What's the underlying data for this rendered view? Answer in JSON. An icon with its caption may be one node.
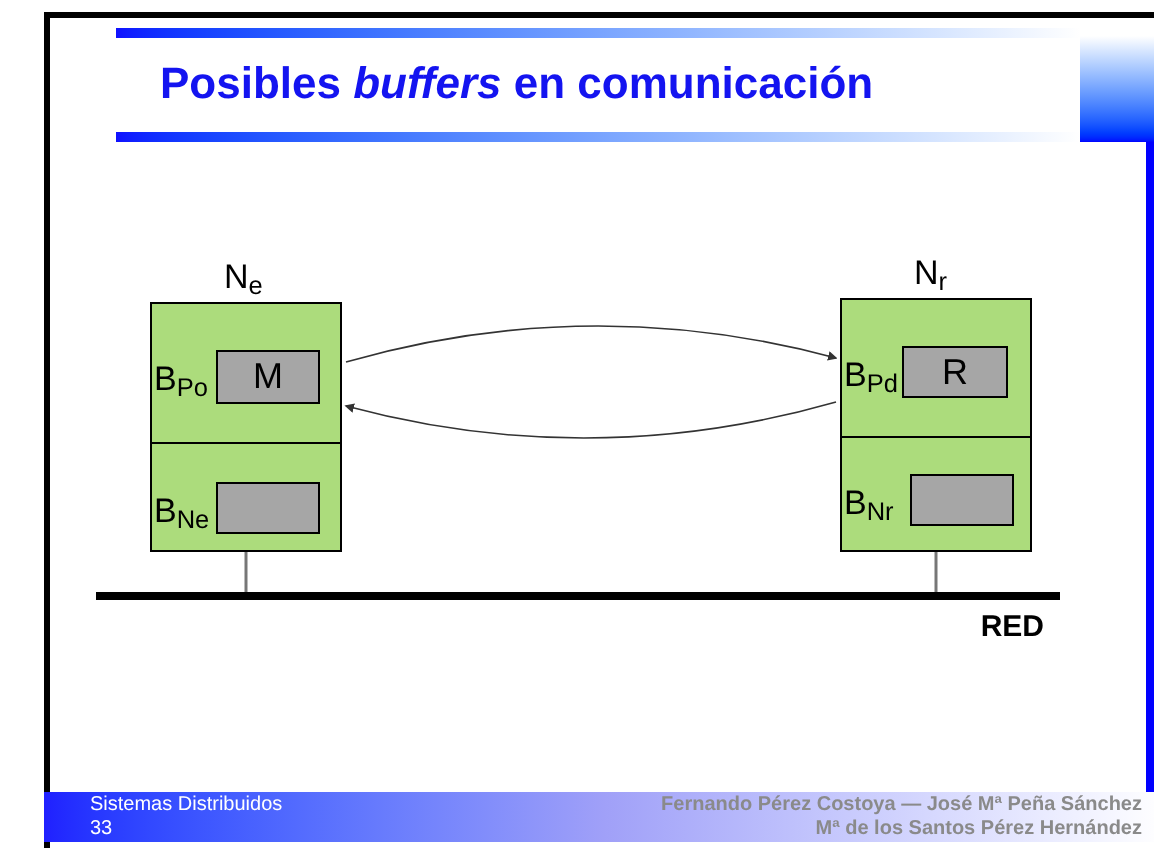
{
  "diagram": {
    "title": "Posibles *buffers* en comunicación",
    "nodes": [
      {
        "text": [
          "N$_{e}$"
        ]
      },
      {
        "text": [
          "B$_{Po}$"
        ],
        "in": 0
      },
      {
        "text": [
          "M"
        ],
        "in": 1
      },
      {
        "text": [
          "B$_{Ne}$"
        ],
        "in": 0
      },
      {
        "text": [],
        "shape": "box",
        "in": 3
      },
      {
        "text": [
          "N$_{r}$"
        ]
      },
      {
        "text": [
          "B$_{Pd}$"
        ],
        "in": 5
      },
      {
        "text": [
          "R"
        ],
        "in": 6
      },
      {
        "text": [
          "B$_{Nr}$"
        ],
        "in": 5
      },
      {
        "text": [],
        "shape": "box",
        "in": 8
      },
      {
        "text": [
          "RED"
        ]
      }
    ],
    "edges": [
      {
        "from": 1,
        "to": 6,
        "arrow": "to"
      },
      {
        "from": 6,
        "to": 1,
        "arrow": "to"
      },
      {
        "from": 0,
        "to": 10,
        "arrow": "none"
      },
      {
        "from": 5,
        "to": 10,
        "arrow": "none"
      }
    ],
    "labels": [
      "Sistemas Distribuidos",
      "33",
      "Fernando Pérez Costoya — José Mª Peña Sánchez",
      "Mª de los Santos Pérez Hernández"
    ]
  }
}
